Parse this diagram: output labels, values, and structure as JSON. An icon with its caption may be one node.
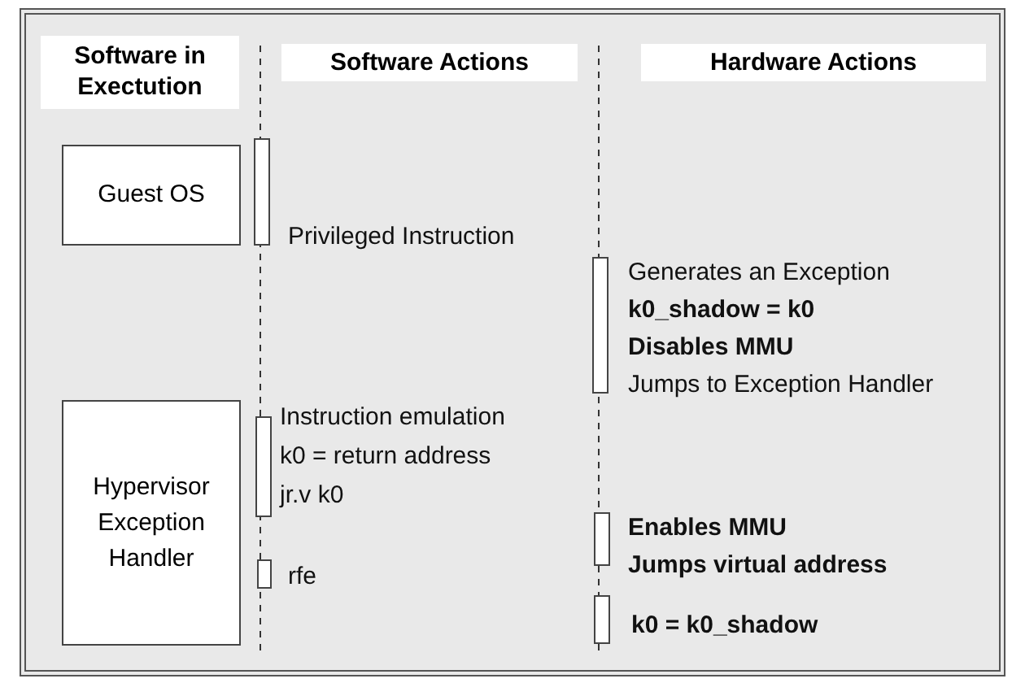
{
  "diagram": {
    "nodes": [
      {
        "text": [
          "Guest OS"
        ]
      },
      {
        "text": [],
        "shape": "bar",
        "beside": [
          "Privileged Instruction"
        ]
      },
      {
        "text": [],
        "shape": "bar",
        "beside": [
          "Generates an Exception",
          "k0_shadow = k0",
          "Disables MMU",
          "Jumps to Exception Handler"
        ]
      },
      {
        "text": [
          "Hypervisor Exception Handler"
        ]
      },
      {
        "text": [],
        "shape": "bar",
        "beside": [
          "Instruction emulation",
          "k0 = return address",
          "jr.v k0"
        ]
      },
      {
        "text": [],
        "shape": "bar",
        "beside": [
          "rfe"
        ]
      },
      {
        "text": [],
        "shape": "bar",
        "beside": [
          "Enables MMU",
          "Jumps virtual address"
        ]
      },
      {
        "text": [],
        "shape": "bar",
        "beside": [
          "k0 = k0_shadow"
        ]
      }
    ],
    "edges": [],
    "labels": [
      "Software in Exectution",
      "Software Actions",
      "Hardware Actions"
    ]
  }
}
